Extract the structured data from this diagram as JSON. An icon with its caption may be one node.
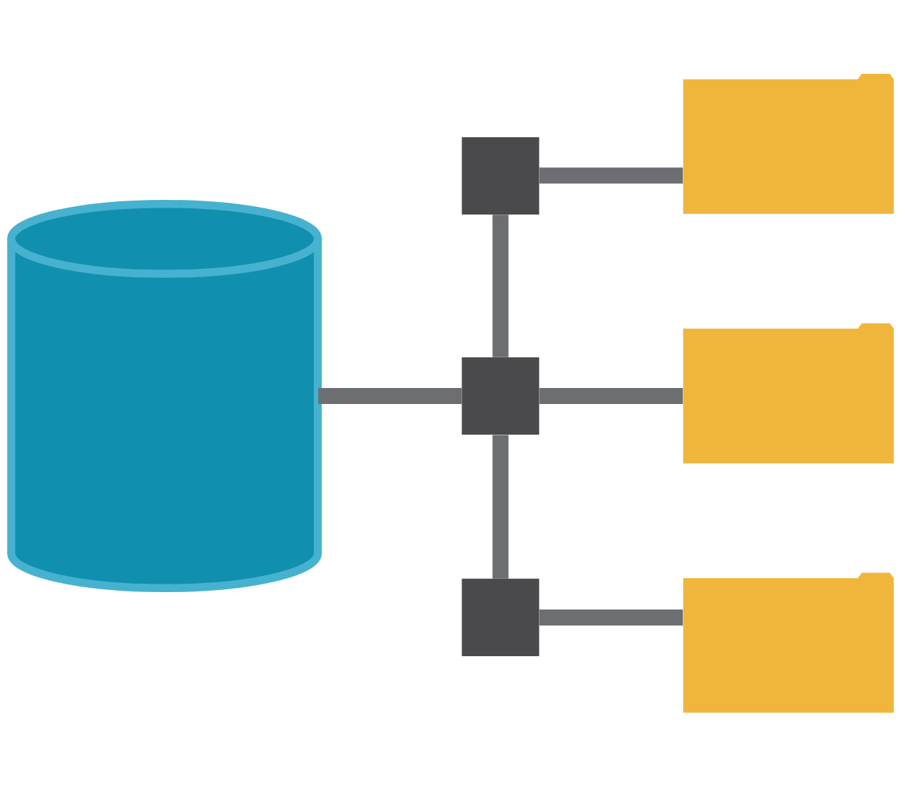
{
  "diagram": {
    "nodes": [
      {
        "text": [],
        "shape": "cylinder"
      },
      {
        "text": [],
        "shape": "box"
      },
      {
        "text": [],
        "shape": "box"
      },
      {
        "text": [],
        "shape": "box"
      },
      {
        "text": [],
        "shape": "folder"
      },
      {
        "text": [],
        "shape": "folder"
      },
      {
        "text": [],
        "shape": "folder"
      }
    ],
    "edges": [
      {
        "from": 0,
        "to": 2,
        "arrow": "none"
      },
      {
        "from": 1,
        "to": 2,
        "arrow": "none"
      },
      {
        "from": 2,
        "to": 3,
        "arrow": "none"
      },
      {
        "from": 1,
        "to": 4,
        "arrow": "none"
      },
      {
        "from": 2,
        "to": 5,
        "arrow": "none"
      },
      {
        "from": 3,
        "to": 6,
        "arrow": "none"
      }
    ]
  }
}
